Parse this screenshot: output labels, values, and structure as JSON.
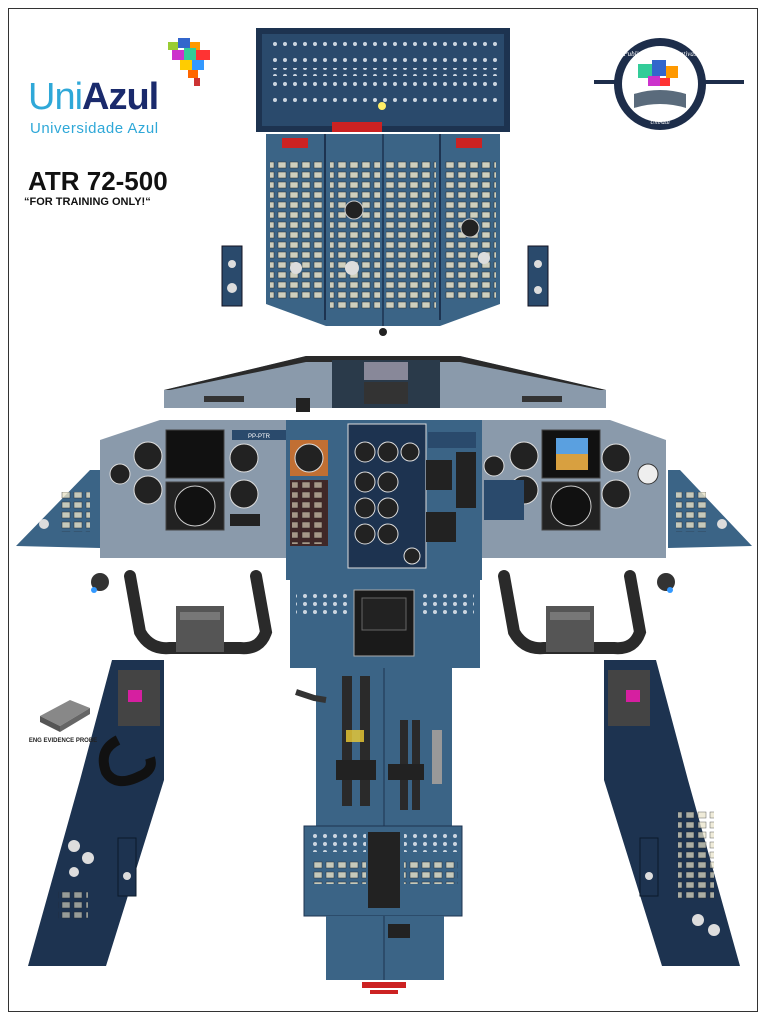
{
  "brand": {
    "name_light": "Uni",
    "name_bold": "Azul",
    "tagline": "Universidade Azul",
    "badge_text_top": "Publicações Corporativas",
    "badge_text_bottom": "UniAzul"
  },
  "heading": {
    "title": "ATR 72-500",
    "subtitle": "“FOR TRAINING ONLY!“"
  },
  "labels": {
    "registration": "PP-PTR",
    "eng_evidence": "ENG EVIDENCE PROBE"
  },
  "colors": {
    "panel_blue": "#3b6486",
    "panel_dark": "#1d3350",
    "glare_gray": "#8a9aab",
    "brand_blue": "#2fa8d8",
    "brand_navy": "#1a2a6c"
  }
}
